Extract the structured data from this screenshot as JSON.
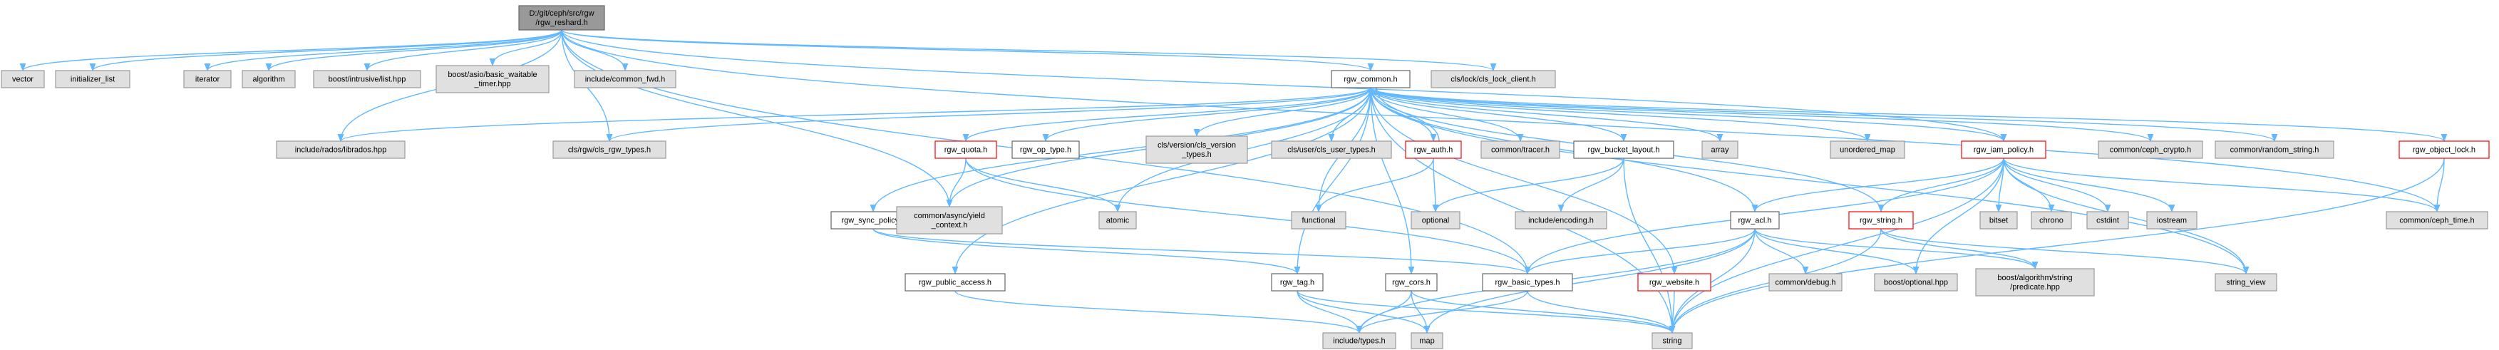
{
  "colors": {
    "edge": "#63b8ff",
    "default_fill": "#ffffff",
    "default_border": "#666666",
    "external_fill": "#e0e0e0",
    "external_border": "#999999",
    "root_fill": "#999999",
    "root_border": "#666666",
    "red_border": "#ff0000"
  },
  "nodes": [
    {
      "id": "root",
      "lines": [
        "D:/git/ceph/src/rgw",
        "/rgw_reshard.h"
      ],
      "kind": "root"
    },
    {
      "id": "vector",
      "lines": [
        "vector"
      ],
      "kind": "external"
    },
    {
      "id": "initializer_list",
      "lines": [
        "initializer_list"
      ],
      "kind": "external"
    },
    {
      "id": "iterator",
      "lines": [
        "iterator"
      ],
      "kind": "external"
    },
    {
      "id": "algorithm",
      "lines": [
        "algorithm"
      ],
      "kind": "external"
    },
    {
      "id": "boost_intrusive_list",
      "lines": [
        "boost/intrusive/list.hpp"
      ],
      "kind": "external"
    },
    {
      "id": "boost_asio_timer",
      "lines": [
        "boost/asio/basic_waitable",
        "_timer.hpp"
      ],
      "kind": "external"
    },
    {
      "id": "include_common_fwd",
      "lines": [
        "include/common_fwd.h"
      ],
      "kind": "external"
    },
    {
      "id": "cls_lock_client",
      "lines": [
        "cls/lock/cls_lock_client.h"
      ],
      "kind": "external"
    },
    {
      "id": "rgw_common",
      "lines": [
        "rgw_common.h"
      ],
      "kind": "normal"
    },
    {
      "id": "librados",
      "lines": [
        "include/rados/librados.hpp"
      ],
      "kind": "external"
    },
    {
      "id": "cls_rgw_types",
      "lines": [
        "cls/rgw/cls_rgw_types.h"
      ],
      "kind": "external"
    },
    {
      "id": "rgw_quota",
      "lines": [
        "rgw_quota.h"
      ],
      "kind": "red"
    },
    {
      "id": "rgw_op_type",
      "lines": [
        "rgw_op_type.h"
      ],
      "kind": "normal"
    },
    {
      "id": "cls_version_types",
      "lines": [
        "cls/version/cls_version",
        "_types.h"
      ],
      "kind": "external"
    },
    {
      "id": "cls_user_types",
      "lines": [
        "cls/user/cls_user_types.h"
      ],
      "kind": "external"
    },
    {
      "id": "rgw_auth",
      "lines": [
        "rgw_auth.h"
      ],
      "kind": "red"
    },
    {
      "id": "common_tracer",
      "lines": [
        "common/tracer.h"
      ],
      "kind": "external"
    },
    {
      "id": "rgw_bucket_layout",
      "lines": [
        "rgw_bucket_layout.h"
      ],
      "kind": "normal"
    },
    {
      "id": "array",
      "lines": [
        "array"
      ],
      "kind": "external"
    },
    {
      "id": "unordered_map",
      "lines": [
        "unordered_map"
      ],
      "kind": "external"
    },
    {
      "id": "rgw_iam_policy",
      "lines": [
        "rgw_iam_policy.h"
      ],
      "kind": "red"
    },
    {
      "id": "common_ceph_crypto",
      "lines": [
        "common/ceph_crypto.h"
      ],
      "kind": "external"
    },
    {
      "id": "common_random_string",
      "lines": [
        "common/random_string.h"
      ],
      "kind": "external"
    },
    {
      "id": "rgw_object_lock",
      "lines": [
        "rgw_object_lock.h"
      ],
      "kind": "red"
    },
    {
      "id": "atomic",
      "lines": [
        "atomic"
      ],
      "kind": "external"
    },
    {
      "id": "functional",
      "lines": [
        "functional"
      ],
      "kind": "external"
    },
    {
      "id": "optional",
      "lines": [
        "optional"
      ],
      "kind": "external"
    },
    {
      "id": "include_encoding",
      "lines": [
        "include/encoding.h"
      ],
      "kind": "external"
    },
    {
      "id": "rgw_sync_policy",
      "lines": [
        "rgw_sync_policy.h"
      ],
      "kind": "normal"
    },
    {
      "id": "yield_context",
      "lines": [
        "common/async/yield",
        "_context.h"
      ],
      "kind": "external"
    },
    {
      "id": "rgw_acl",
      "lines": [
        "rgw_acl.h"
      ],
      "kind": "normal"
    },
    {
      "id": "rgw_string",
      "lines": [
        "rgw_string.h"
      ],
      "kind": "red"
    },
    {
      "id": "bitset",
      "lines": [
        "bitset"
      ],
      "kind": "external"
    },
    {
      "id": "chrono",
      "lines": [
        "chrono"
      ],
      "kind": "external"
    },
    {
      "id": "cstdint",
      "lines": [
        "cstdint"
      ],
      "kind": "external"
    },
    {
      "id": "iostream",
      "lines": [
        "iostream"
      ],
      "kind": "external"
    },
    {
      "id": "common_ceph_time",
      "lines": [
        "common/ceph_time.h"
      ],
      "kind": "external"
    },
    {
      "id": "common_debug",
      "lines": [
        "common/debug.h"
      ],
      "kind": "external"
    },
    {
      "id": "boost_optional",
      "lines": [
        "boost/optional.hpp"
      ],
      "kind": "external"
    },
    {
      "id": "boost_algo_predicate",
      "lines": [
        "boost/algorithm/string",
        "/predicate.hpp"
      ],
      "kind": "external"
    },
    {
      "id": "string_view",
      "lines": [
        "string_view"
      ],
      "kind": "external"
    },
    {
      "id": "rgw_public_access",
      "lines": [
        "rgw_public_access.h"
      ],
      "kind": "normal"
    },
    {
      "id": "rgw_tag",
      "lines": [
        "rgw_tag.h"
      ],
      "kind": "normal"
    },
    {
      "id": "rgw_cors",
      "lines": [
        "rgw_cors.h"
      ],
      "kind": "normal"
    },
    {
      "id": "rgw_basic_types",
      "lines": [
        "rgw_basic_types.h"
      ],
      "kind": "normal"
    },
    {
      "id": "rgw_website",
      "lines": [
        "rgw_website.h"
      ],
      "kind": "red"
    },
    {
      "id": "include_types",
      "lines": [
        "include/types.h"
      ],
      "kind": "external"
    },
    {
      "id": "map",
      "lines": [
        "map"
      ],
      "kind": "external"
    },
    {
      "id": "string",
      "lines": [
        "string"
      ],
      "kind": "external"
    }
  ],
  "edges": [
    [
      "root",
      "vector"
    ],
    [
      "root",
      "initializer_list"
    ],
    [
      "root",
      "iterator"
    ],
    [
      "root",
      "algorithm"
    ],
    [
      "root",
      "boost_intrusive_list"
    ],
    [
      "root",
      "boost_asio_timer"
    ],
    [
      "root",
      "include_common_fwd"
    ],
    [
      "root",
      "cls_lock_client"
    ],
    [
      "root",
      "rgw_common"
    ],
    [
      "root",
      "librados"
    ],
    [
      "root",
      "cls_rgw_types"
    ],
    [
      "root",
      "yield_context"
    ],
    [
      "root",
      "rgw_basic_types"
    ],
    [
      "root",
      "common_ceph_time"
    ],
    [
      "root",
      "rgw_iam_policy"
    ],
    [
      "rgw_common",
      "librados"
    ],
    [
      "rgw_common",
      "cls_rgw_types"
    ],
    [
      "rgw_common",
      "rgw_quota"
    ],
    [
      "rgw_common",
      "rgw_op_type"
    ],
    [
      "rgw_common",
      "cls_version_types"
    ],
    [
      "rgw_common",
      "cls_user_types"
    ],
    [
      "rgw_common",
      "rgw_auth"
    ],
    [
      "rgw_common",
      "common_tracer"
    ],
    [
      "rgw_common",
      "rgw_bucket_layout"
    ],
    [
      "rgw_common",
      "array"
    ],
    [
      "rgw_common",
      "unordered_map"
    ],
    [
      "rgw_common",
      "rgw_iam_policy"
    ],
    [
      "rgw_common",
      "common_ceph_crypto"
    ],
    [
      "rgw_common",
      "common_random_string"
    ],
    [
      "rgw_common",
      "rgw_object_lock"
    ],
    [
      "rgw_common",
      "atomic"
    ],
    [
      "rgw_common",
      "functional"
    ],
    [
      "rgw_common",
      "rgw_sync_policy"
    ],
    [
      "rgw_common",
      "yield_context"
    ],
    [
      "rgw_common",
      "rgw_acl"
    ],
    [
      "rgw_common",
      "rgw_string"
    ],
    [
      "rgw_common",
      "string_view"
    ],
    [
      "rgw_common",
      "rgw_public_access"
    ],
    [
      "rgw_common",
      "rgw_tag"
    ],
    [
      "rgw_common",
      "rgw_cors"
    ],
    [
      "rgw_common",
      "rgw_website"
    ],
    [
      "rgw_common",
      "string"
    ],
    [
      "rgw_quota",
      "yield_context"
    ],
    [
      "rgw_quota",
      "atomic"
    ],
    [
      "rgw_quota",
      "rgw_basic_types"
    ],
    [
      "rgw_auth",
      "rgw_common"
    ],
    [
      "rgw_auth",
      "functional"
    ],
    [
      "rgw_auth",
      "optional"
    ],
    [
      "rgw_bucket_layout",
      "optional"
    ],
    [
      "rgw_bucket_layout",
      "include_encoding"
    ],
    [
      "rgw_bucket_layout",
      "string"
    ],
    [
      "rgw_iam_policy",
      "rgw_acl"
    ],
    [
      "rgw_iam_policy",
      "rgw_string"
    ],
    [
      "rgw_iam_policy",
      "bitset"
    ],
    [
      "rgw_iam_policy",
      "chrono"
    ],
    [
      "rgw_iam_policy",
      "cstdint"
    ],
    [
      "rgw_iam_policy",
      "iostream"
    ],
    [
      "rgw_iam_policy",
      "common_ceph_time"
    ],
    [
      "rgw_iam_policy",
      "string_view"
    ],
    [
      "rgw_iam_policy",
      "boost_optional"
    ],
    [
      "rgw_iam_policy",
      "rgw_basic_types"
    ],
    [
      "rgw_iam_policy",
      "string"
    ],
    [
      "rgw_object_lock",
      "common_ceph_time"
    ],
    [
      "rgw_object_lock",
      "string"
    ],
    [
      "rgw_sync_policy",
      "rgw_basic_types"
    ],
    [
      "rgw_sync_policy",
      "rgw_tag"
    ],
    [
      "rgw_acl",
      "common_debug"
    ],
    [
      "rgw_acl",
      "boost_optional"
    ],
    [
      "rgw_acl",
      "boost_algo_predicate"
    ],
    [
      "rgw_acl",
      "rgw_basic_types"
    ],
    [
      "rgw_acl",
      "include_types"
    ],
    [
      "rgw_acl",
      "map"
    ],
    [
      "rgw_acl",
      "string"
    ],
    [
      "rgw_string",
      "string_view"
    ],
    [
      "rgw_string",
      "string"
    ],
    [
      "rgw_string",
      "boost_algo_predicate"
    ],
    [
      "rgw_public_access",
      "include_types"
    ],
    [
      "rgw_tag",
      "include_types"
    ],
    [
      "rgw_tag",
      "map"
    ],
    [
      "rgw_tag",
      "string"
    ],
    [
      "rgw_cors",
      "include_types"
    ],
    [
      "rgw_cors",
      "map"
    ],
    [
      "rgw_cors",
      "string"
    ],
    [
      "rgw_basic_types",
      "include_types"
    ],
    [
      "rgw_basic_types",
      "string"
    ],
    [
      "rgw_website",
      "string"
    ]
  ]
}
